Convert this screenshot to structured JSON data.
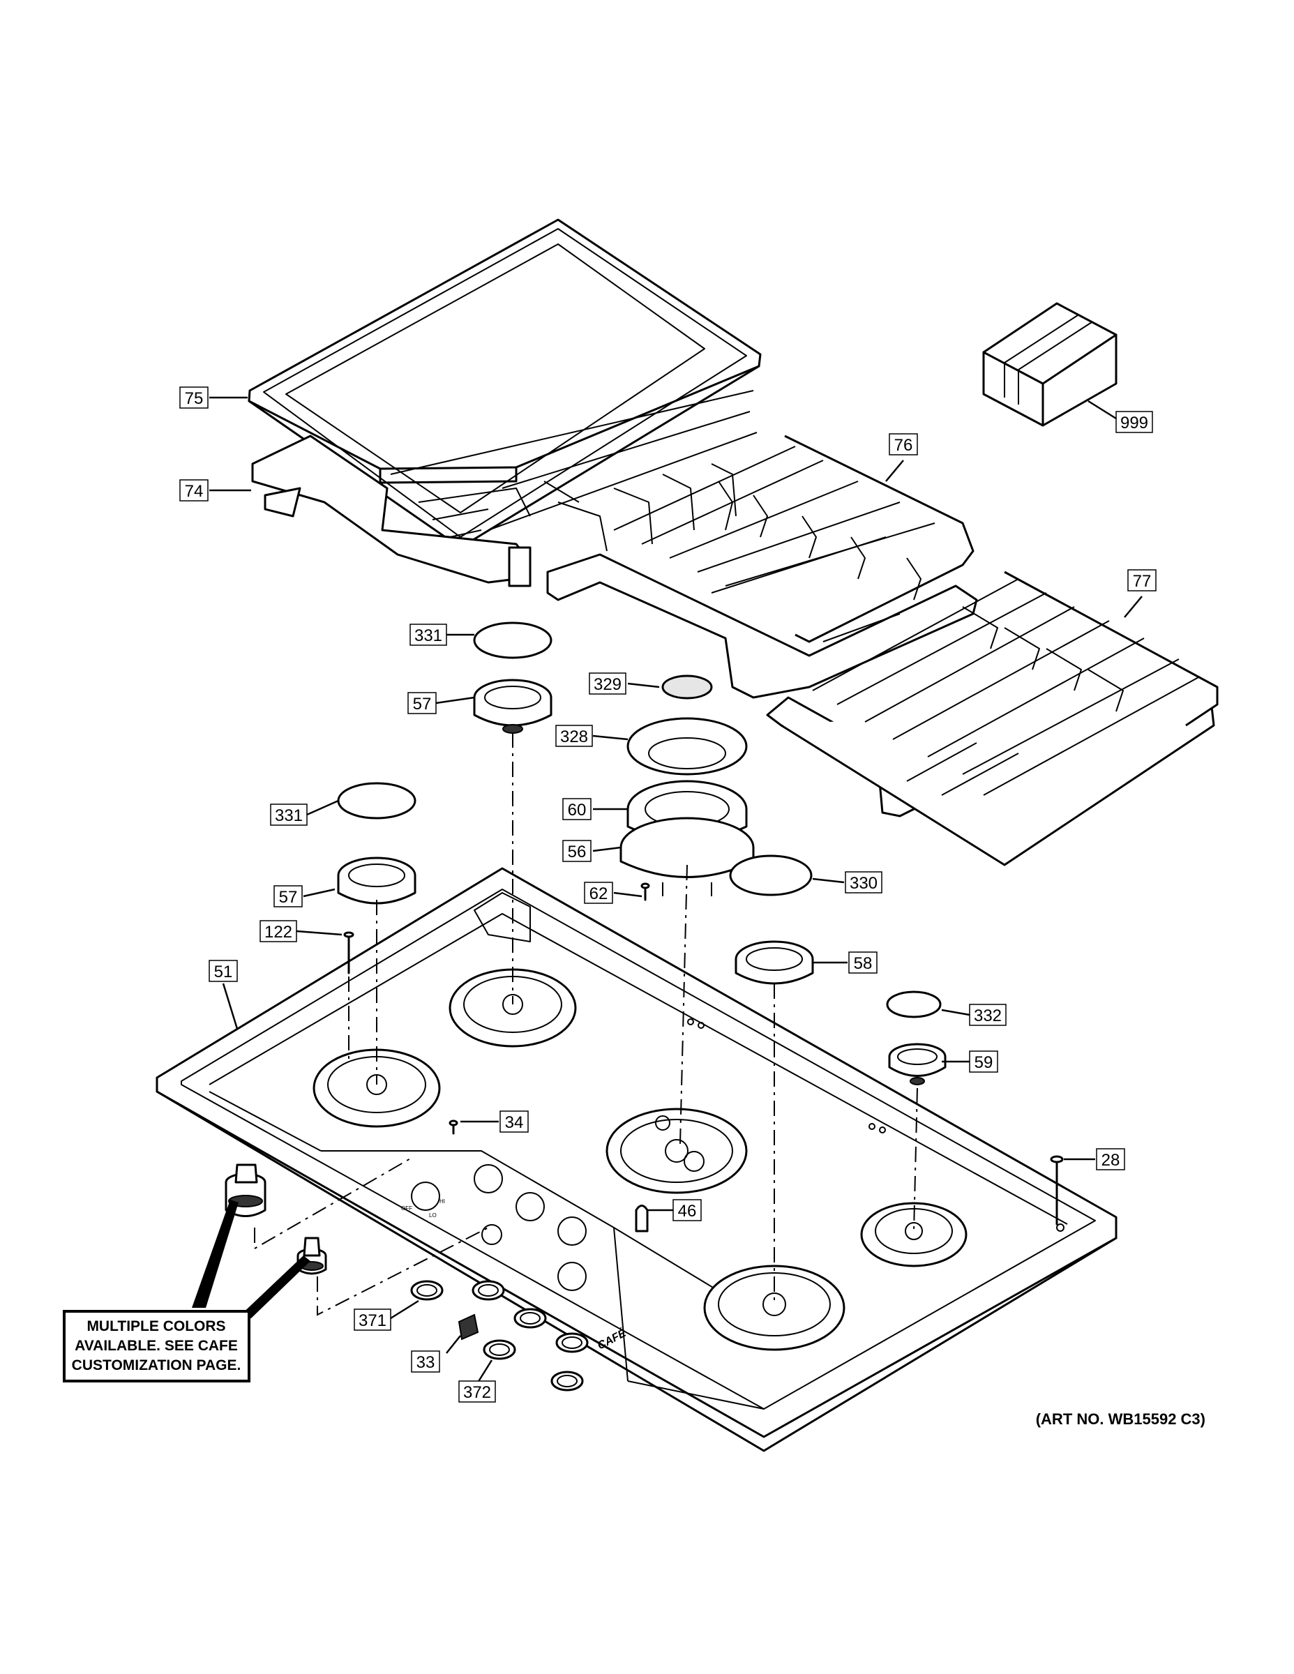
{
  "parts": {
    "p75": "75",
    "p74": "74",
    "p76": "76",
    "p77": "77",
    "p999": "999",
    "p331a": "331",
    "p329": "329",
    "p57a": "57",
    "p328": "328",
    "p60": "60",
    "p331b": "331",
    "p56": "56",
    "p57b": "57",
    "p62": "62",
    "p330": "330",
    "p122": "122",
    "p51": "51",
    "p58": "58",
    "p332": "332",
    "p59": "59",
    "p34": "34",
    "p28": "28",
    "p46": "46",
    "p371": "371",
    "p33": "33",
    "p372": "372"
  },
  "note": {
    "line1": "MULTIPLE COLORS",
    "line2": "AVAILABLE. SEE CAFE",
    "line3": "CUSTOMIZATION PAGE."
  },
  "art_number": "(ART NO. WB15592 C3)",
  "brand_mark": "CAFÉ",
  "knob_marks": {
    "off": "OFF",
    "lo": "LO",
    "hi": "HI"
  }
}
